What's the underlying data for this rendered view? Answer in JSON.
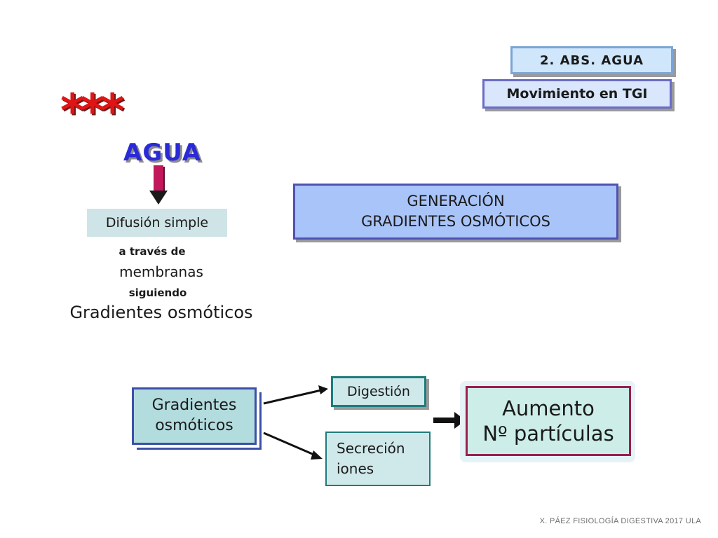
{
  "header": {
    "section_tag": "2. ABS. AGUA",
    "subtitle_tag": "Movimiento en TGI"
  },
  "marker": {
    "stars": "***"
  },
  "water": {
    "title": "AGUA",
    "mechanism": "Difusión simple",
    "through": "a través de",
    "membranes": "membranas",
    "following": "siguiendo",
    "gradients": "Gradientes osmóticos"
  },
  "generation": {
    "line1": "GENERACIÓN",
    "line2": "GRADIENTES OSMÓTICOS"
  },
  "flow": {
    "source_line1": "Gradientes",
    "source_line2": "osmóticos",
    "branch_digestion": "Digestión",
    "branch_secretion_line1": "Secreción",
    "branch_secretion_line2": "iones",
    "result_line1": "Aumento",
    "result_line2": "Nº partículas"
  },
  "footer": {
    "credit": "X. PÁEZ   FISIOLOGÍA DIGESTIVA 2017 ULA"
  },
  "colors": {
    "agua_text": "#2a2ad8",
    "stars": "#e01414",
    "down_arrow": "#c2185b",
    "generation_fill": "#a9c4f8",
    "result_border": "#9a1f4c"
  }
}
